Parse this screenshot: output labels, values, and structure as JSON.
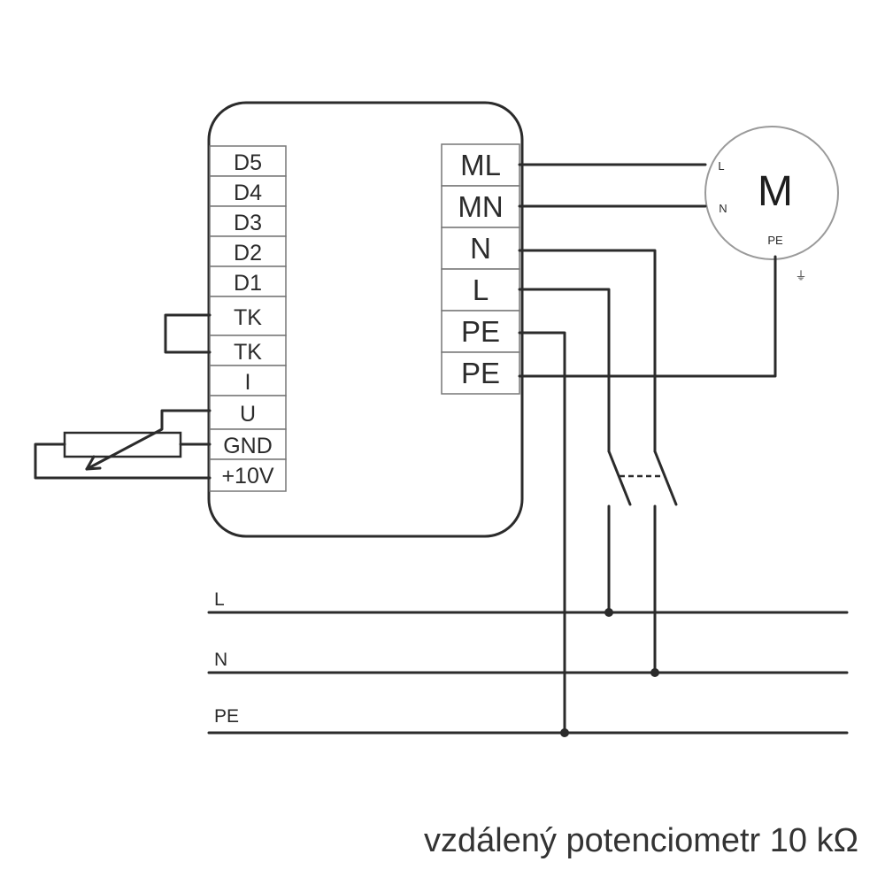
{
  "controller": {
    "left_terminals": [
      "D5",
      "D4",
      "D3",
      "D2",
      "D1",
      "TK",
      "TK",
      "I",
      "U",
      "GND",
      "+10V"
    ],
    "right_terminals": [
      "ML",
      "MN",
      "N",
      "L",
      "PE",
      "PE"
    ]
  },
  "motor": {
    "label": "M",
    "pin_l": "L",
    "pin_n": "N",
    "pin_pe": "PE",
    "ground_symbol": "⏚"
  },
  "bus_lines": {
    "l": "L",
    "n": "N",
    "pe": "PE"
  },
  "caption": "vzdálený potenciometr 10 kΩ"
}
